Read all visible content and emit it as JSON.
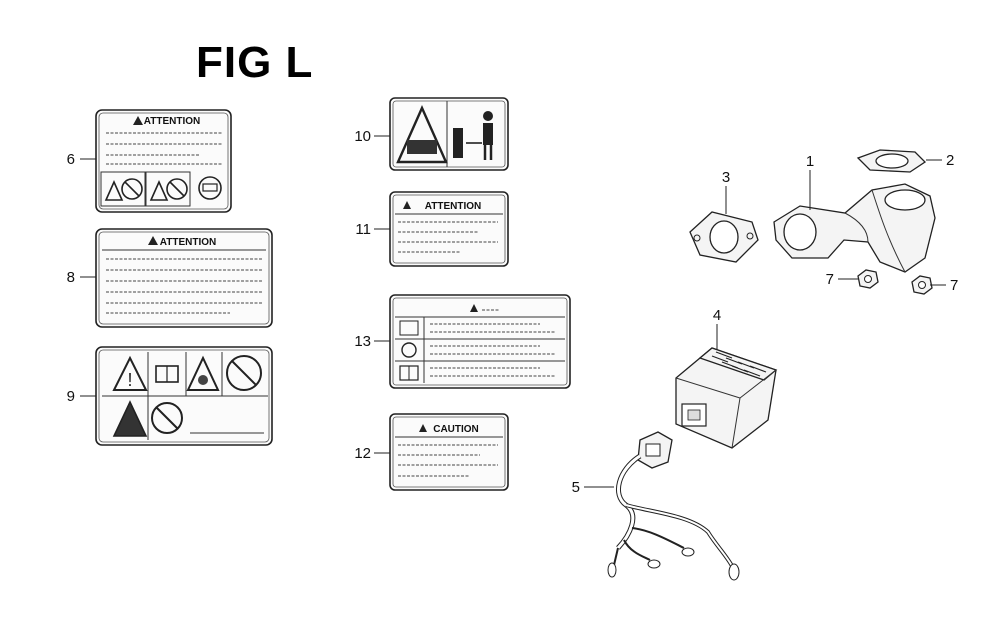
{
  "figure": {
    "title": "FIG L",
    "callouts": [
      "1",
      "2",
      "3",
      "4",
      "5",
      "6",
      "7",
      "7",
      "8",
      "9",
      "10",
      "11",
      "12",
      "13"
    ],
    "label_texts": {
      "attention": "ATTENTION",
      "caution": "CAUTION"
    }
  }
}
